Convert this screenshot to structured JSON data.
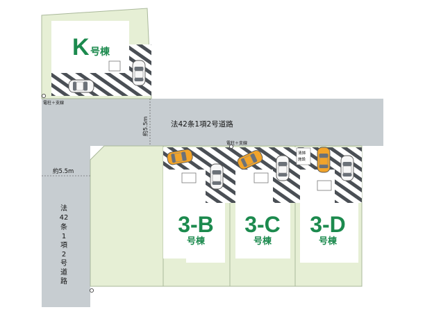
{
  "lots": {
    "k": {
      "letter": "K",
      "suffix": "号棟"
    },
    "b": {
      "name": "3-B",
      "suffix": "号棟"
    },
    "c": {
      "name": "3-C",
      "suffix": "号棟"
    },
    "d": {
      "name": "3-D",
      "suffix": "号棟"
    }
  },
  "roads": {
    "east_west_label": "法42条1項2号道路",
    "north_south_label": [
      "法",
      "42",
      "条",
      "1",
      "項",
      "2",
      "号",
      "道",
      "路"
    ],
    "width_left": "約5.5m",
    "width_vertical": "約5.5m"
  },
  "markers": {
    "pole_top": "電柱＋支線",
    "pole_mid": "電柱＋支線",
    "cleaning_facility": [
      "清掃",
      "施設"
    ]
  },
  "colors": {
    "road": "#c7cdd1",
    "lot": "#e6efd5",
    "lot_edge": "#a9b89a",
    "building": "#ffffff",
    "text_green": "#1c8a4e",
    "hatch": "#4a4f55",
    "car_orange": "#f2a42a",
    "car_white": "#f7f7f7"
  }
}
